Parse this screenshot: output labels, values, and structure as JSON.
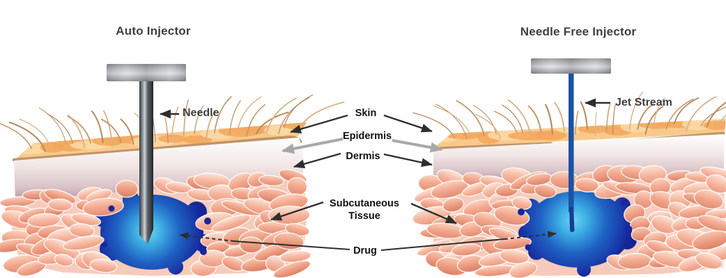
{
  "titles": {
    "left": "Auto Injector",
    "right": "Needle Free Injector"
  },
  "device_labels": {
    "needle": "Needle",
    "jet_stream": "Jet Stream"
  },
  "layer_labels": {
    "skin": "Skin",
    "epidermis": "Epidermis",
    "dermis": "Dermis",
    "subcutaneous": "Subcutaneous\nTissue",
    "drug": "Drug"
  },
  "colors": {
    "background": "#ffffff",
    "title_text": "#3f3f3f",
    "label_text": "#111111",
    "arrow": "#2e2e2e",
    "arrow_epidermis": "#a8a8a8",
    "epidermis_surface": "#f9c98c",
    "epidermis_blob": "#f3a75c",
    "epidermis_line": "#bf9468",
    "hair": "#c49a72",
    "dermis_bottom": "#b497a1",
    "tissue_base": "#f6cbbb",
    "bubble_light": "#fbd3bf",
    "bubble_mid": "#f2a78d",
    "bubble_dark": "#e08d72",
    "drug_core": "#6fd4f2",
    "drug_mid": "#1f63c4",
    "drug_deep": "#16289b",
    "jet_stream": "#1a52a6"
  }
}
